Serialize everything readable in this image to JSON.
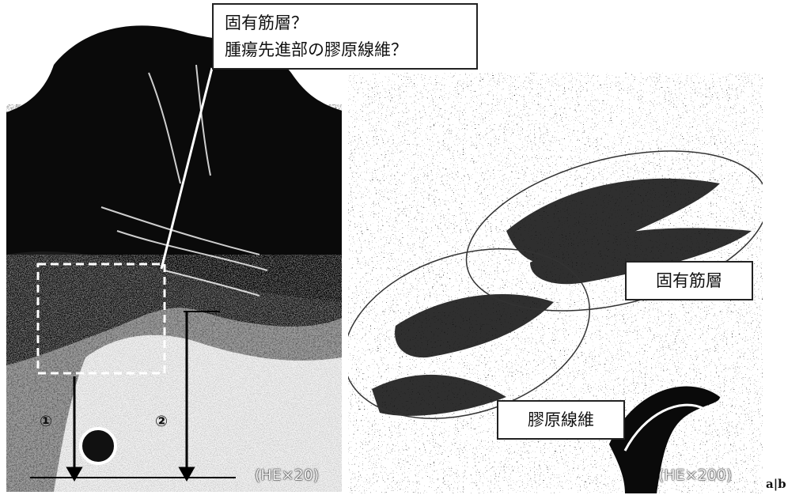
{
  "callout": {
    "line1": "固有筋層？",
    "line2": "腫瘍先進部の膠原線維？"
  },
  "panel_b_labels": {
    "muscularis_propria": "固有筋層",
    "collagen_fibers": "膠原線維"
  },
  "magnification": {
    "panel_a": "(HE×20)",
    "panel_b": "(HE×200)"
  },
  "markers": {
    "depth_1": "①",
    "depth_2": "②"
  },
  "figure_labels": "a|b"
}
